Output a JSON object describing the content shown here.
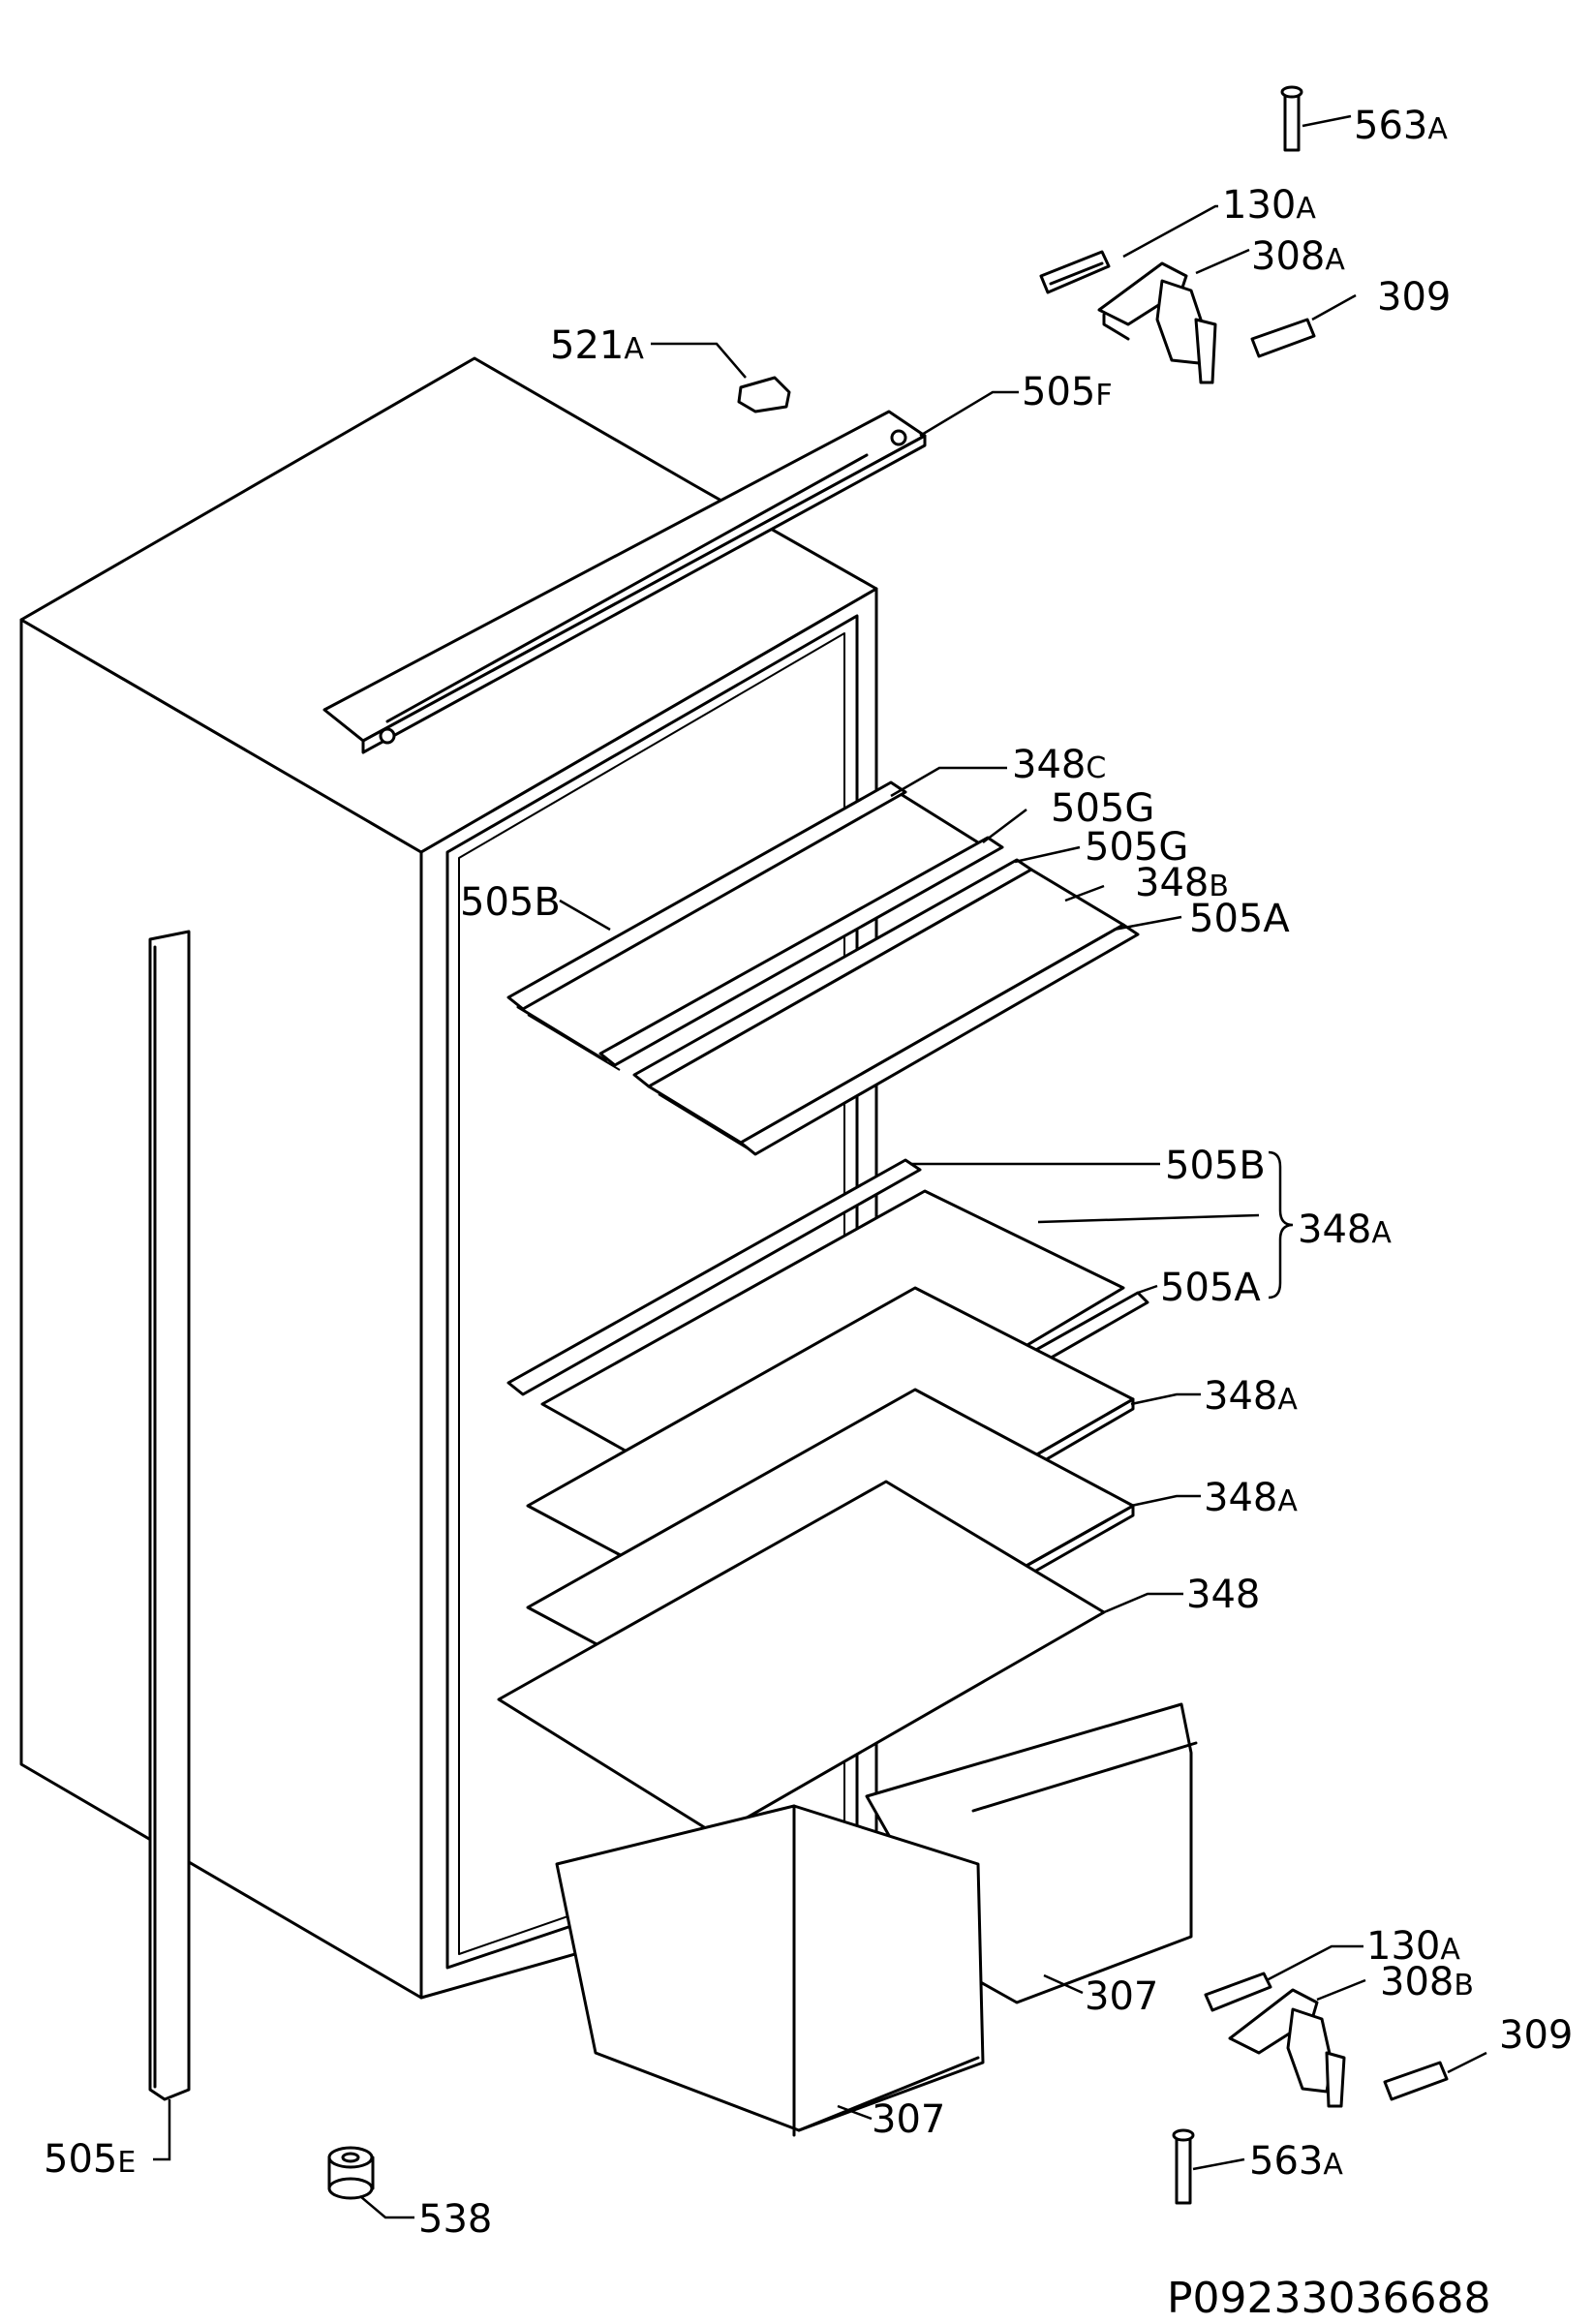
{
  "diagram": {
    "reference_number": "P09233036688",
    "labels": [
      {
        "id": "563a_top",
        "num": "563",
        "suffix": "A"
      },
      {
        "id": "130a_top",
        "num": "130",
        "suffix": "A"
      },
      {
        "id": "308a",
        "num": "308",
        "suffix": "A"
      },
      {
        "id": "309_top",
        "num": "309",
        "suffix": ""
      },
      {
        "id": "521a",
        "num": "521",
        "suffix": "A"
      },
      {
        "id": "505f",
        "num": "505",
        "suffix": "F"
      },
      {
        "id": "348c",
        "num": "348",
        "suffix": "C"
      },
      {
        "id": "505g_1",
        "num": "505G",
        "suffix": ""
      },
      {
        "id": "505g_2",
        "num": "505G",
        "suffix": ""
      },
      {
        "id": "348b",
        "num": "348",
        "suffix": "B"
      },
      {
        "id": "505a_top",
        "num": "505A",
        "suffix": ""
      },
      {
        "id": "505b_left",
        "num": "505B",
        "suffix": ""
      },
      {
        "id": "505b_right",
        "num": "505B",
        "suffix": ""
      },
      {
        "id": "348a_group",
        "num": "348",
        "suffix": "A"
      },
      {
        "id": "505a_mid",
        "num": "505A",
        "suffix": ""
      },
      {
        "id": "348a_2",
        "num": "348",
        "suffix": "A"
      },
      {
        "id": "348a_3",
        "num": "348",
        "suffix": "A"
      },
      {
        "id": "348",
        "num": "348",
        "suffix": ""
      },
      {
        "id": "130a_bottom",
        "num": "130",
        "suffix": "A"
      },
      {
        "id": "308b",
        "num": "308",
        "suffix": "B"
      },
      {
        "id": "309_bottom",
        "num": "309",
        "suffix": ""
      },
      {
        "id": "307_right",
        "num": "307",
        "suffix": ""
      },
      {
        "id": "307_left",
        "num": "307",
        "suffix": ""
      },
      {
        "id": "563a_bottom",
        "num": "563",
        "suffix": "A"
      },
      {
        "id": "505e",
        "num": "505",
        "suffix": "E"
      },
      {
        "id": "538",
        "num": "538",
        "suffix": ""
      }
    ]
  }
}
